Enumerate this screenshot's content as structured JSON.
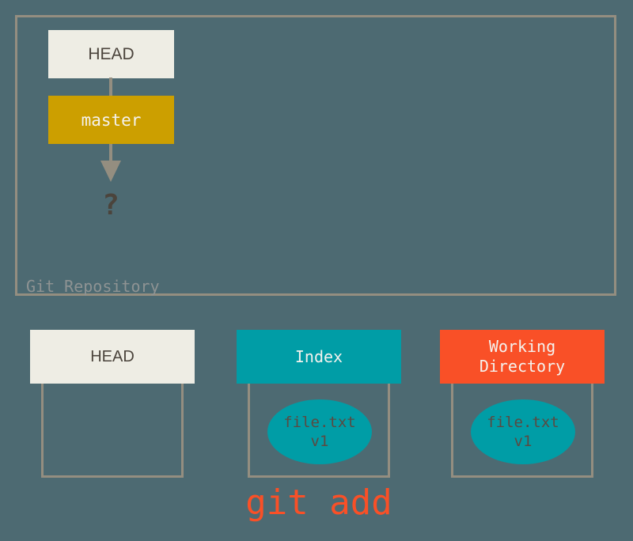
{
  "diagram": {
    "title": "git add",
    "background_color": "#4d6a72"
  },
  "repository": {
    "label": "Git Repository",
    "border_color": "#948e80",
    "nodes": [
      {
        "id": "head",
        "label": "HEAD",
        "color": "#eeede4",
        "text_color": "#4b443c"
      },
      {
        "id": "master",
        "label": "master",
        "color": "#cc9f00",
        "text_color": "#f4f2ee"
      }
    ],
    "pointer_target": "?",
    "connector_color": "#948e80"
  },
  "areas": [
    {
      "id": "head",
      "title": "HEAD",
      "title_color": "#eeede4",
      "title_text_color": "#4b443c",
      "blob": null
    },
    {
      "id": "index",
      "title": "Index",
      "title_color": "#009da6",
      "title_text_color": "#f4f2ee",
      "blob": {
        "name": "file.txt",
        "version": "v1",
        "color": "#009da6",
        "text_color": "#5a4a42"
      }
    },
    {
      "id": "working-directory",
      "title_line1": "Working",
      "title_line2": "Directory",
      "title_color": "#f95027",
      "title_text_color": "#f4f2ee",
      "blob": {
        "name": "file.txt",
        "version": "v1",
        "color": "#009da6",
        "text_color": "#5a4a42"
      }
    }
  ],
  "command": {
    "text": "git add",
    "color": "#f95027"
  }
}
